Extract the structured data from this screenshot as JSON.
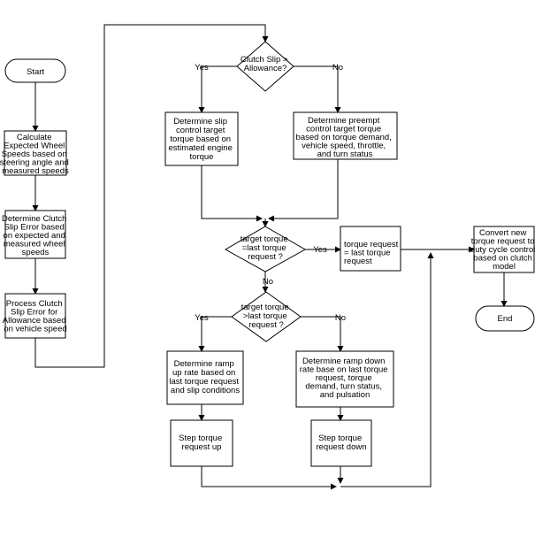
{
  "diagram": {
    "start": "Start",
    "end": "End",
    "calc_speeds": [
      "Calculate",
      "Expected Wheel",
      "Speeds based on",
      "steering angle and",
      "measured speeds"
    ],
    "clutch_error": [
      "Determine Clutch",
      "Slip Error based",
      "on expected and",
      "measured  wheel",
      "speeds"
    ],
    "process_error": [
      "Process Clutch",
      "Slip Error for",
      "Allowance based",
      "on vehicle speed"
    ],
    "decision_slip": [
      "Clutch Slip >",
      "Allowance?"
    ],
    "slip_target": [
      "Determine slip",
      "control target",
      "torque based on",
      "estimated engine",
      "torque"
    ],
    "preempt_target": [
      "Determine preempt",
      "control target torque",
      "based on torque demand,",
      "vehicle speed, throttle,",
      "and turn status"
    ],
    "decision_equal": [
      "target torque",
      "=last torque",
      "request ?"
    ],
    "request_equal": [
      "torque request",
      "= last torque",
      "request"
    ],
    "decision_greater": [
      "target torque",
      ">last torque",
      "request ?"
    ],
    "ramp_up": [
      "Determine ramp",
      "up rate based on",
      "last torque request",
      "and slip conditions"
    ],
    "ramp_down": [
      "Determine ramp down",
      "rate base on last torque",
      "request, torque",
      "demand, turn status,",
      "and pulsation"
    ],
    "step_up": [
      "Step torque",
      "request up"
    ],
    "step_down": [
      "Step torque",
      "request down"
    ],
    "convert": [
      "Convert new",
      "torque request to",
      "duty cycle control",
      "based on clutch",
      "model"
    ],
    "labels": {
      "yes": "Yes",
      "no": "No"
    }
  }
}
